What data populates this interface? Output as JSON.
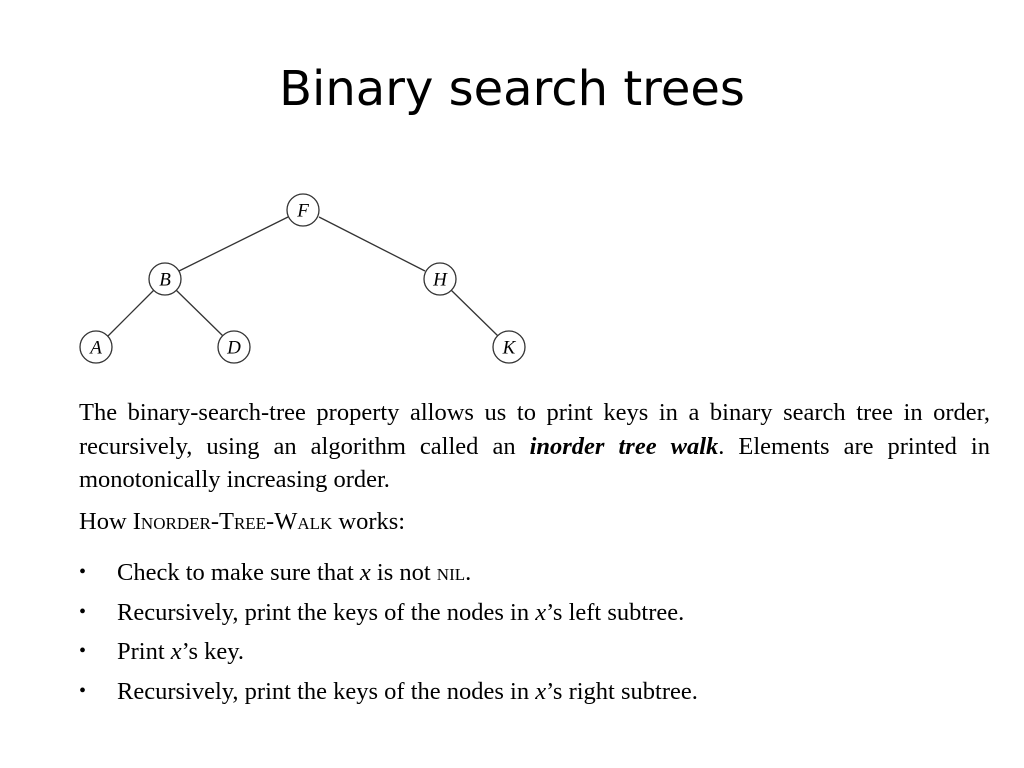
{
  "slide": {
    "title": "Binary search trees"
  },
  "tree": {
    "nodes": [
      {
        "id": "F",
        "label": "F"
      },
      {
        "id": "B",
        "label": "B"
      },
      {
        "id": "H",
        "label": "H"
      },
      {
        "id": "A",
        "label": "A"
      },
      {
        "id": "D",
        "label": "D"
      },
      {
        "id": "K",
        "label": "K"
      }
    ],
    "edges": [
      [
        "F",
        "B"
      ],
      [
        "F",
        "H"
      ],
      [
        "B",
        "A"
      ],
      [
        "B",
        "D"
      ],
      [
        "H",
        "K"
      ]
    ]
  },
  "paragraph": {
    "part1": "The binary-search-tree property allows us to print keys in a binary search tree in order, recursively, using an algorithm called an ",
    "term": "inorder tree walk",
    "part2": ". Elements are printed in monotonically increasing order."
  },
  "how": {
    "prefix": "How ",
    "procedure": "Inorder-Tree-Walk",
    "suffix": " works:"
  },
  "bullets": {
    "symbol": "•",
    "items": [
      {
        "a": "Check to make sure that ",
        "x": "x",
        "b": " is not ",
        "nil": "nil",
        "c": "."
      },
      {
        "a": "Recursively, print the keys of the nodes in ",
        "x": "x",
        "b": "’s left subtree."
      },
      {
        "a": "Print ",
        "x": "x",
        "b": "’s key."
      },
      {
        "a": "Recursively, print the keys of the nodes in ",
        "x": "x",
        "b": "’s right subtree."
      }
    ]
  }
}
